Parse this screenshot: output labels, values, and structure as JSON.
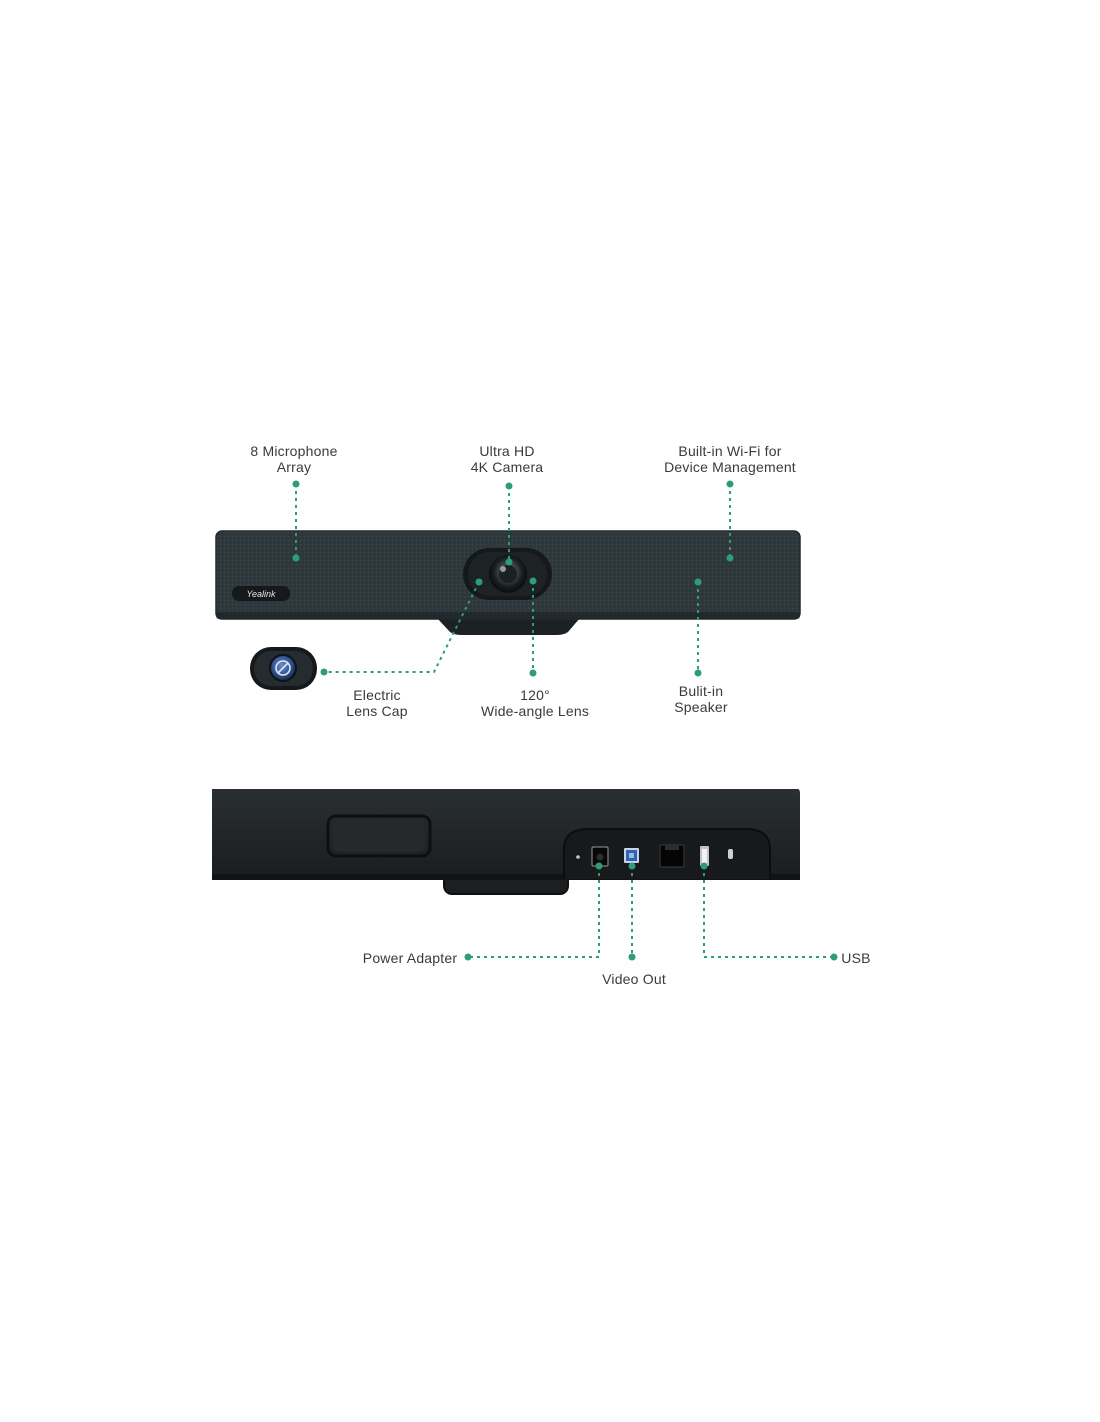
{
  "brand_logo": "Yealink",
  "accent_color": "#2e9d77",
  "device_color": "#2b3337",
  "front_labels": {
    "microphone": [
      "8 Microphone",
      "Array"
    ],
    "camera": [
      "Ultra HD",
      "4K Camera"
    ],
    "wifi": [
      "Built-in Wi-Fi for",
      "Device Management"
    ],
    "lens_cap": [
      "Electric",
      "Lens Cap"
    ],
    "lens": [
      "120°",
      "Wide-angle Lens"
    ],
    "speaker": [
      "Bulit-in",
      "Speaker"
    ]
  },
  "back_labels": {
    "power": "Power Adapter",
    "video": "Video Out",
    "usb": "USB"
  },
  "icons": [
    "lens-cap-icon",
    "camera-lens-icon"
  ]
}
